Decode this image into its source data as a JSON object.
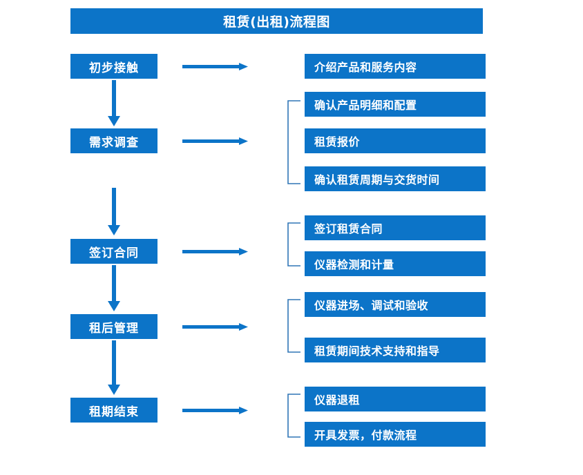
{
  "diagram": {
    "title": "租赁(出租)流程图",
    "colors": {
      "box_fill": "#0C74C8",
      "box_text": "#FFFFFF",
      "arrow": "#0C74C8",
      "bracket": "#2E75B6",
      "background": "#FFFFFF"
    },
    "stages": [
      {
        "label": "初步接触"
      },
      {
        "label": "需求调查"
      },
      {
        "label": "签订合同"
      },
      {
        "label": "租后管理"
      },
      {
        "label": "租期结束"
      }
    ],
    "details": [
      {
        "label": "介绍产品和服务内容"
      },
      {
        "label": "确认产品明细和配置"
      },
      {
        "label": "租赁报价"
      },
      {
        "label": "确认租赁周期与交货时间"
      },
      {
        "label": "签订租赁合同"
      },
      {
        "label": "仪器检测和计量"
      },
      {
        "label": "仪器进场、调试和验收"
      },
      {
        "label": "租赁期间技术支持和指导"
      },
      {
        "label": "仪器退租"
      },
      {
        "label": "开具发票，付款流程"
      }
    ],
    "groups": [
      {
        "name": "需求调查-group",
        "items": [
          "确认产品明细和配置",
          "租赁报价",
          "确认租赁周期与交货时间"
        ]
      },
      {
        "name": "签订合同-group",
        "items": [
          "签订租赁合同",
          "仪器检测和计量"
        ]
      },
      {
        "name": "租后管理-group",
        "items": [
          "仪器进场、调试和验收",
          "租赁期间技术支持和指导"
        ]
      },
      {
        "name": "租期结束-group",
        "items": [
          "仪器退租",
          "开具发票，付款流程"
        ]
      }
    ]
  }
}
